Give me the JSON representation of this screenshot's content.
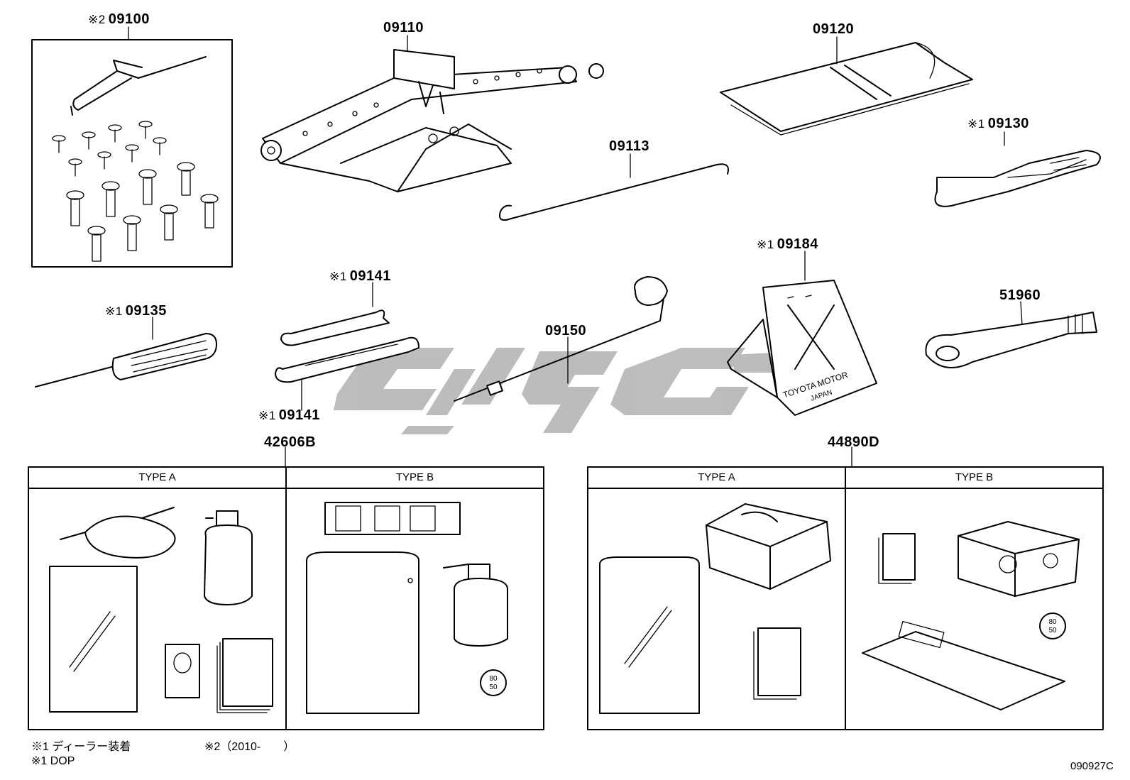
{
  "parts": {
    "p09100": {
      "mark": "※2",
      "code": "09100"
    },
    "p09110": {
      "mark": "",
      "code": "09110"
    },
    "p09120": {
      "mark": "",
      "code": "09120"
    },
    "p09113": {
      "mark": "",
      "code": "09113"
    },
    "p09130": {
      "mark": "※1",
      "code": "09130"
    },
    "p09184": {
      "mark": "※1",
      "code": "09184"
    },
    "p09141a": {
      "mark": "※1",
      "code": "09141"
    },
    "p09135": {
      "mark": "※1",
      "code": "09135"
    },
    "p09150": {
      "mark": "",
      "code": "09150"
    },
    "p51960": {
      "mark": "",
      "code": "51960"
    },
    "p09141b": {
      "mark": "※1",
      "code": "09141"
    },
    "p42606B": {
      "mark": "",
      "code": "42606B"
    },
    "p44890D": {
      "mark": "",
      "code": "44890D"
    }
  },
  "kit_tables": {
    "left": {
      "type_a": "TYPE A",
      "type_b": "TYPE B"
    },
    "right": {
      "type_a": "TYPE A",
      "type_b": "TYPE B"
    }
  },
  "chock_text": {
    "line1": "TOYOTA MOTOR",
    "line2": "JAPAN"
  },
  "gauge_text": {
    "top": "80",
    "bottom": "50"
  },
  "footnotes": {
    "note1": "※1 ディーラー装着",
    "note2": "※2（2010-　　）",
    "note3": "※1 DOP"
  },
  "diagram_code": "090927C",
  "colors": {
    "line": "#000000",
    "watermark": "#b9b9b9",
    "background": "#ffffff"
  }
}
